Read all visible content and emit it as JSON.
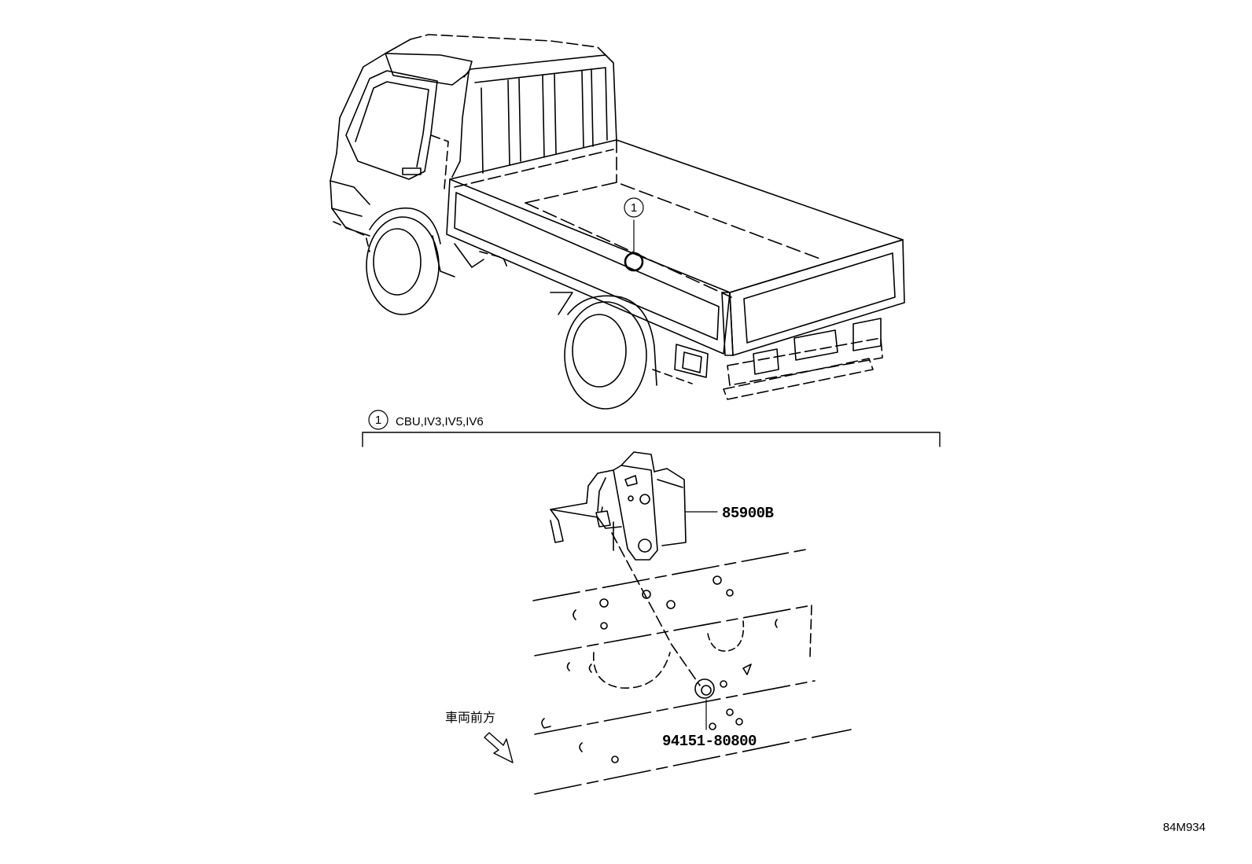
{
  "callouts": [
    {
      "number": "1"
    },
    {
      "number": "1",
      "text": "CBU,IV3,IV5,IV6"
    }
  ],
  "parts": [
    {
      "part_no": "85900B"
    },
    {
      "part_no": "94151-80800"
    }
  ],
  "direction_label": "車両前方",
  "diagram_code": "84M934"
}
